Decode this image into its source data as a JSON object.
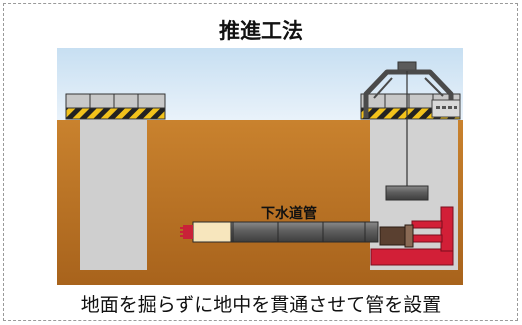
{
  "title": "推進工法",
  "pipe_label": "下水道管",
  "caption": "地面を掘らずに地中を貫通させて管を設置"
}
